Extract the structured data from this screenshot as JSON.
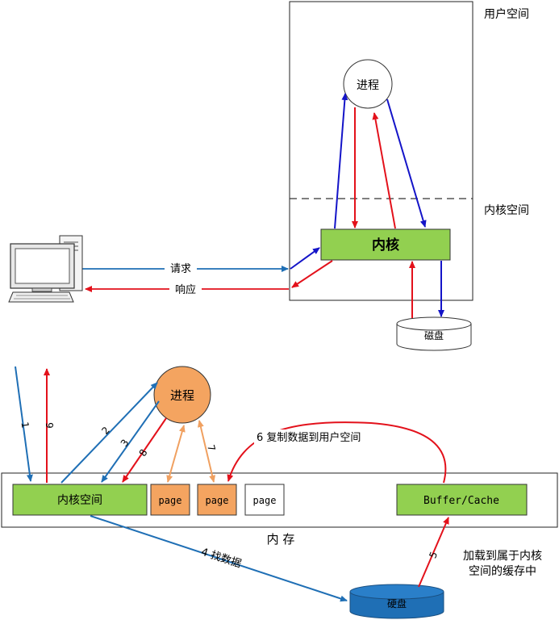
{
  "top": {
    "user_space_label": "用户空间",
    "kernel_space_label": "内核空间",
    "process_label": "进程",
    "kernel_label": "内核",
    "disk_label": "磁盘",
    "request_label": "请求",
    "response_label": "响应",
    "computer_icon": "desktop-computer-icon"
  },
  "bottom": {
    "process_label": "进程",
    "memory_label": "内 存",
    "kernel_space_label": "内核空间",
    "pages": [
      "page",
      "page",
      "page"
    ],
    "buffer_cache_label": "Buffer/Cache",
    "disk_label": "硬盘",
    "steps": {
      "s1": "1",
      "s2": "2",
      "s3": "3",
      "s4": "4 找数据",
      "s5": "5",
      "s5_desc_line1": "加载到属于内核",
      "s5_desc_line2": "空间的缓存中",
      "s6": "6 复制数据到用户空间",
      "s7": "7",
      "s8": "8",
      "s9": "9"
    }
  },
  "colors": {
    "blue_arrow": "#1f6fb5",
    "dark_blue_arrow": "#1414c8",
    "red_arrow": "#e3111b",
    "orange_arrow": "#f0a060",
    "green_box": "#92d050",
    "orange_fill": "#f4a460",
    "disk_blue": "#1f6fb5"
  }
}
